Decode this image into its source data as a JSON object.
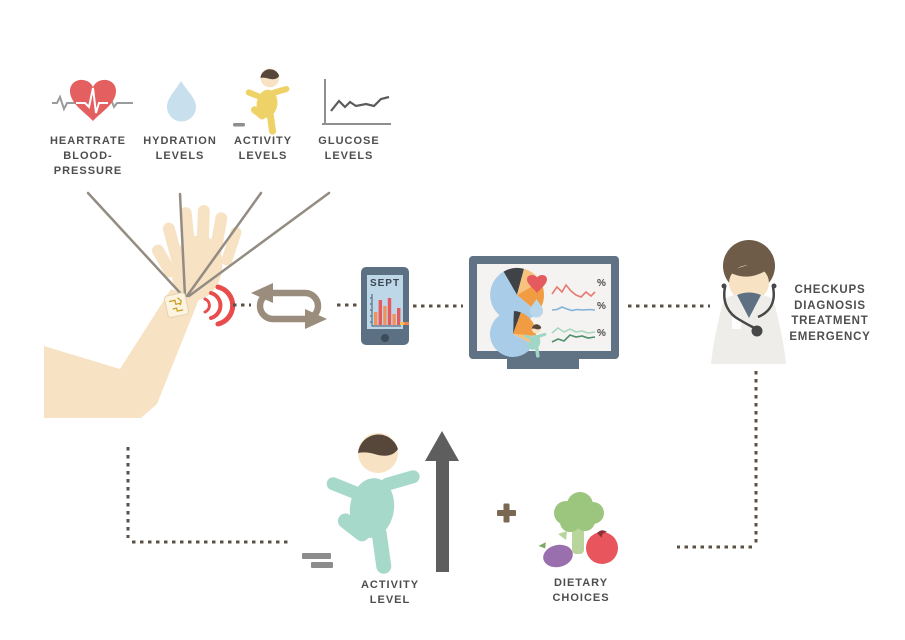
{
  "palette": {
    "skin": "#f8e2c4",
    "accent_red": "#e45f5f",
    "hydration_blue": "#c8dfee",
    "activity_yellow": "#eed268",
    "baby_teal": "#a7d9cb",
    "device_slate": "#5f7384",
    "phone_screen_blue": "#bdd7e8",
    "pie_blue": "#a9cde8",
    "pie_orange": "#f19c42",
    "pie_light_orange": "#f6c27e",
    "pie_dark": "#3f4347",
    "connector_gray": "#938c82",
    "dotted_brown": "#5c5044",
    "sync_gray": "#9b8d7e",
    "hair_brown": "#6e5c49",
    "coat_white": "#efedea",
    "broccoli_green": "#9cc57e",
    "eggplant_purple": "#9a6fae",
    "tomato_red": "#e8555c",
    "plus_brown": "#7a6852",
    "equals_gray": "#8c8c8c",
    "arrow_gray": "#5e5e5e",
    "text_gray": "#4e4e4e"
  },
  "sensors": {
    "items": [
      {
        "icon": "heartrate-icon",
        "line1": "HEARTRATE",
        "line2": "BLOOD-",
        "line3": "PRESSURE"
      },
      {
        "icon": "hydration-icon",
        "line1": "HYDRATION",
        "line2": "LEVELS",
        "line3": ""
      },
      {
        "icon": "activity-icon",
        "line1": "ACTIVITY",
        "line2": "LEVELS",
        "line3": ""
      },
      {
        "icon": "glucose-icon",
        "line1": "GLUCOSE",
        "line2": "LEVELS",
        "line3": ""
      }
    ]
  },
  "phone": {
    "month_label": "SEPT",
    "chart": {
      "type": "bar",
      "bars": [
        13,
        25,
        19,
        27,
        11,
        17
      ],
      "colors": [
        "#f0935a",
        "#e55a5e"
      ]
    }
  },
  "monitor": {
    "percent_labels": [
      "%",
      "%",
      "%"
    ]
  },
  "doctor": {
    "line1": "CHECKUPS",
    "line2": "DIAGNOSIS",
    "line3": "TREATMENT",
    "line4": "EMERGENCY"
  },
  "feedback": {
    "activity_line1": "ACTIVITY",
    "activity_line2": "LEVEL",
    "dietary_line1": "DIETARY",
    "dietary_line2": "CHOICES"
  }
}
